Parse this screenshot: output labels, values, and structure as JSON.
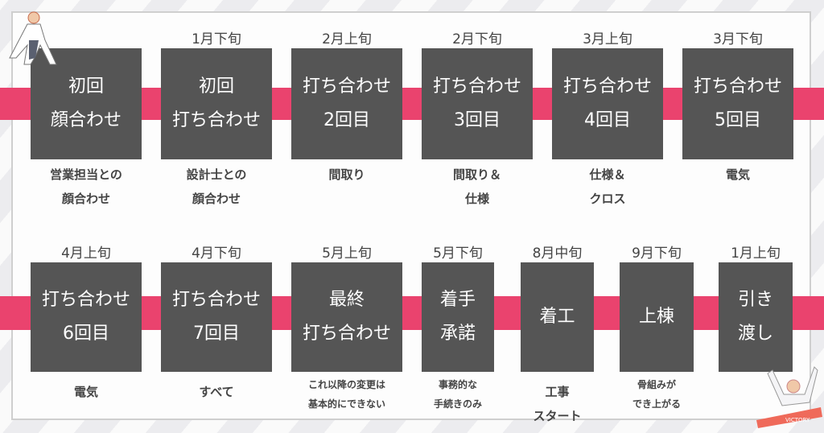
{
  "colors": {
    "band": "#ea436e",
    "box": "#555555"
  },
  "row1": [
    {
      "date": "",
      "title": "初回\n顔合わせ",
      "note": "営業担当との\n顔合わせ"
    },
    {
      "date": "1月下旬",
      "title": "初回\n打ち合わせ",
      "note": "設計士との\n顔合わせ"
    },
    {
      "date": "2月上旬",
      "title": "打ち合わせ\n2回目",
      "note": "間取り"
    },
    {
      "date": "2月下旬",
      "title": "打ち合わせ\n3回目",
      "note": "間取り＆\n仕様"
    },
    {
      "date": "3月上旬",
      "title": "打ち合わせ\n4回目",
      "note": "仕様＆\nクロス"
    },
    {
      "date": "3月下旬",
      "title": "打ち合わせ\n5回目",
      "note": "電気"
    }
  ],
  "row2": [
    {
      "date": "4月上旬",
      "title": "打ち合わせ\n6回目",
      "note": "電気"
    },
    {
      "date": "4月下旬",
      "title": "打ち合わせ\n7回目",
      "note": "すべて"
    },
    {
      "date": "5月上旬",
      "title": "最終\n打ち合わせ",
      "note": "これ以降の変更は\n基本的にできない"
    },
    {
      "date": "5月下旬",
      "title": "着手\n承諾",
      "note": "事務的な\n手続きのみ"
    },
    {
      "date": "8月中旬",
      "title": "着工",
      "note": "工事\nスタート"
    },
    {
      "date": "9月下旬",
      "title": "上棟",
      "note": "骨組みが\nでき上がる"
    },
    {
      "date": "1月上旬",
      "title": "引き\n渡し",
      "note": ""
    }
  ],
  "victory_banner": "VICTORY"
}
